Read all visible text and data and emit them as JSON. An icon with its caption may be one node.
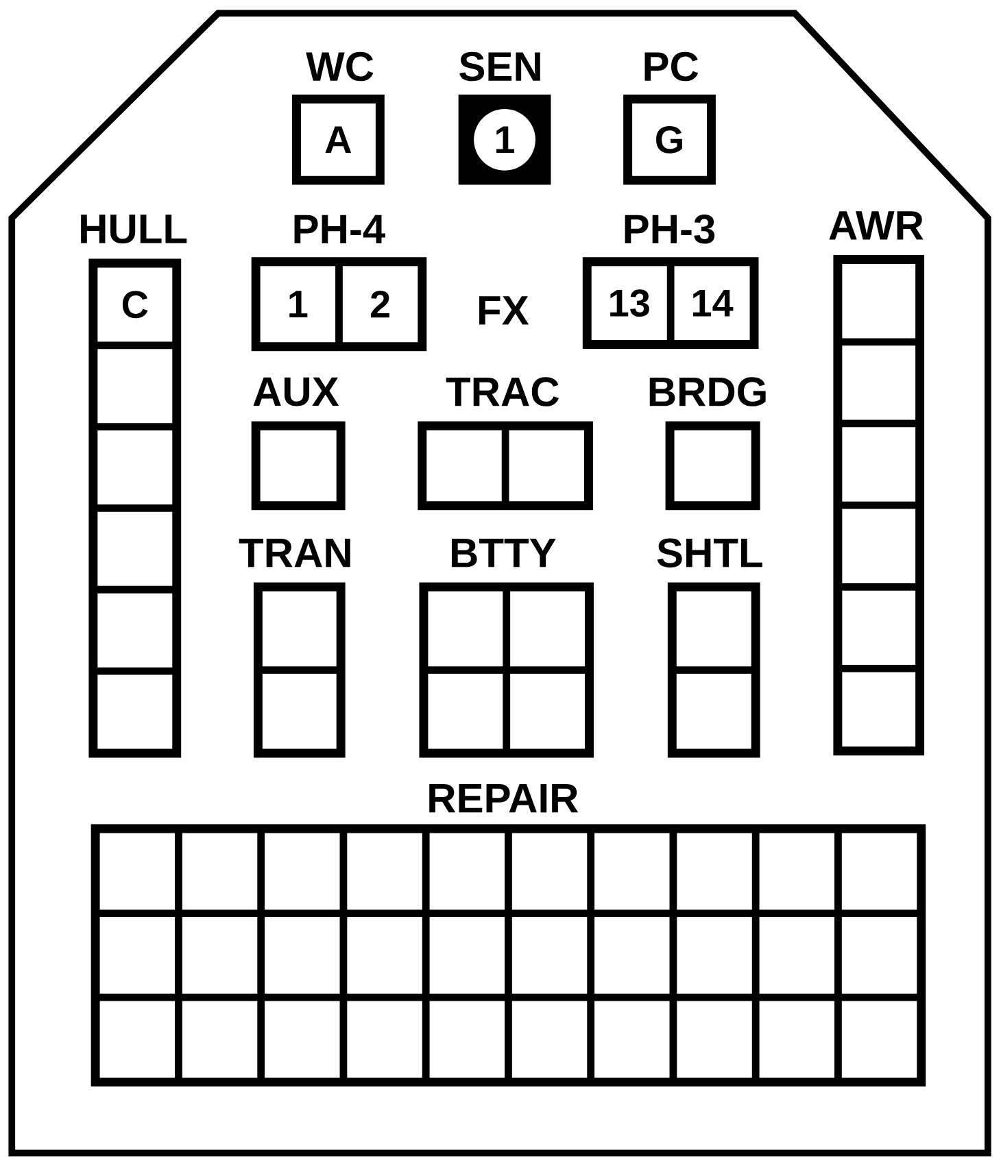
{
  "diagram": {
    "nodes": [
      {
        "text": [
          "WC"
        ]
      },
      {
        "text": [
          "A"
        ],
        "in": 0
      },
      {
        "text": [
          "SEN"
        ]
      },
      {
        "text": [
          "1"
        ],
        "in": 2
      },
      {
        "text": [
          "PC"
        ]
      },
      {
        "text": [
          "G"
        ],
        "in": 4
      },
      {
        "text": [
          "HULL"
        ]
      },
      {
        "text": [
          "C"
        ],
        "in": 6
      },
      {
        "text": [],
        "shape": "box",
        "in": 6
      },
      {
        "text": [],
        "shape": "box",
        "in": 6
      },
      {
        "text": [],
        "shape": "box",
        "in": 6
      },
      {
        "text": [],
        "shape": "box",
        "in": 6
      },
      {
        "text": [],
        "shape": "box",
        "in": 6
      },
      {
        "text": [
          "PH-4"
        ]
      },
      {
        "text": [
          "1"
        ],
        "in": 13
      },
      {
        "text": [
          "2"
        ],
        "in": 13
      },
      {
        "text": [
          "PH-3"
        ]
      },
      {
        "text": [
          "13"
        ],
        "in": 16
      },
      {
        "text": [
          "14"
        ],
        "in": 16
      },
      {
        "text": [
          "AWR"
        ]
      },
      {
        "text": [],
        "shape": "box",
        "in": 19
      },
      {
        "text": [],
        "shape": "box",
        "in": 19
      },
      {
        "text": [],
        "shape": "box",
        "in": 19
      },
      {
        "text": [],
        "shape": "box",
        "in": 19
      },
      {
        "text": [],
        "shape": "box",
        "in": 19
      },
      {
        "text": [],
        "shape": "box",
        "in": 19
      },
      {
        "text": [
          "AUX"
        ]
      },
      {
        "text": [],
        "shape": "box",
        "in": 26
      },
      {
        "text": [
          "TRAC"
        ]
      },
      {
        "text": [],
        "shape": "box",
        "in": 28
      },
      {
        "text": [],
        "shape": "box",
        "in": 28
      },
      {
        "text": [
          "BRDG"
        ]
      },
      {
        "text": [],
        "shape": "box",
        "in": 31
      },
      {
        "text": [
          "TRAN"
        ]
      },
      {
        "text": [],
        "shape": "box",
        "in": 33
      },
      {
        "text": [],
        "shape": "box",
        "in": 33
      },
      {
        "text": [
          "BTTY"
        ]
      },
      {
        "text": [],
        "shape": "box",
        "in": 36
      },
      {
        "text": [],
        "shape": "box",
        "in": 36
      },
      {
        "text": [],
        "shape": "box",
        "in": 36
      },
      {
        "text": [],
        "shape": "box",
        "in": 36
      },
      {
        "text": [
          "SHTL"
        ]
      },
      {
        "text": [],
        "shape": "box",
        "in": 41
      },
      {
        "text": [],
        "shape": "box",
        "in": 41
      },
      {
        "text": [
          "REPAIR"
        ]
      },
      {
        "text": [],
        "shape": "box",
        "in": 44
      },
      {
        "text": [],
        "shape": "box",
        "in": 44
      },
      {
        "text": [],
        "shape": "box",
        "in": 44
      },
      {
        "text": [],
        "shape": "box",
        "in": 44
      },
      {
        "text": [],
        "shape": "box",
        "in": 44
      },
      {
        "text": [],
        "shape": "box",
        "in": 44
      },
      {
        "text": [],
        "shape": "box",
        "in": 44
      },
      {
        "text": [],
        "shape": "box",
        "in": 44
      },
      {
        "text": [],
        "shape": "box",
        "in": 44
      },
      {
        "text": [],
        "shape": "box",
        "in": 44
      },
      {
        "text": [],
        "shape": "box",
        "in": 44
      },
      {
        "text": [],
        "shape": "box",
        "in": 44
      },
      {
        "text": [],
        "shape": "box",
        "in": 44
      },
      {
        "text": [],
        "shape": "box",
        "in": 44
      },
      {
        "text": [],
        "shape": "box",
        "in": 44
      },
      {
        "text": [],
        "shape": "box",
        "in": 44
      },
      {
        "text": [],
        "shape": "box",
        "in": 44
      },
      {
        "text": [],
        "shape": "box",
        "in": 44
      },
      {
        "text": [],
        "shape": "box",
        "in": 44
      },
      {
        "text": [],
        "shape": "box",
        "in": 44
      },
      {
        "text": [],
        "shape": "box",
        "in": 44
      },
      {
        "text": [],
        "shape": "box",
        "in": 44
      },
      {
        "text": [],
        "shape": "box",
        "in": 44
      },
      {
        "text": [],
        "shape": "box",
        "in": 44
      },
      {
        "text": [],
        "shape": "box",
        "in": 44
      },
      {
        "text": [],
        "shape": "box",
        "in": 44
      },
      {
        "text": [],
        "shape": "box",
        "in": 44
      },
      {
        "text": [],
        "shape": "box",
        "in": 44
      },
      {
        "text": [],
        "shape": "box",
        "in": 44
      },
      {
        "text": [],
        "shape": "box",
        "in": 44
      }
    ],
    "labels": [
      "FX"
    ]
  }
}
